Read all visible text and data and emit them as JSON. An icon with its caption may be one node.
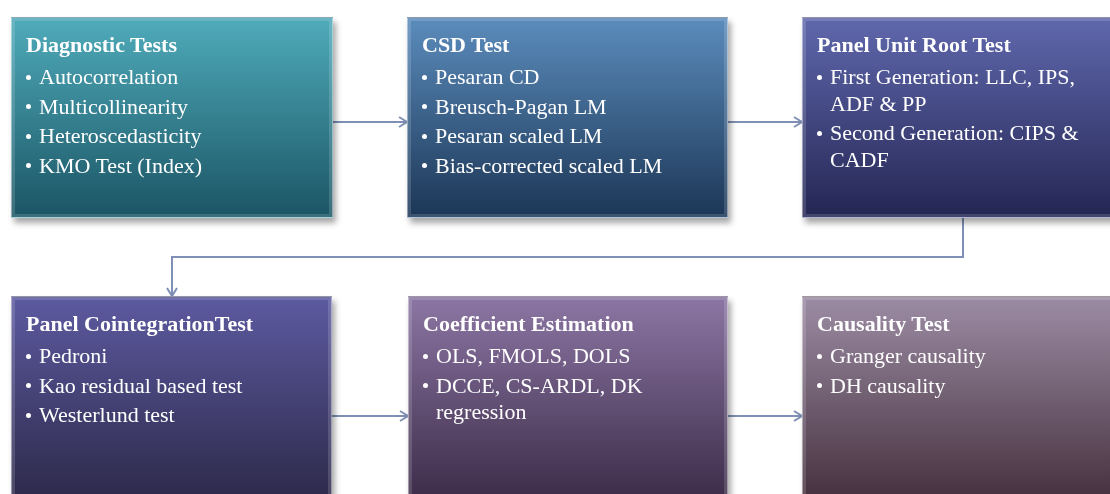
{
  "diagram": {
    "nodes": [
      {
        "text": [
          "Diagnostic Tests",
          "Autocorrelation",
          "Multicollinearity",
          "Heteroscedasticity",
          "KMO Test (Index)"
        ]
      },
      {
        "text": [
          "CSD Test",
          "Pesaran CD",
          "Breusch-Pagan LM",
          "Pesaran scaled LM",
          "Bias-corrected scaled LM"
        ]
      },
      {
        "text": [
          "Panel Unit Root Test",
          "First Generation: LLC, IPS, ADF & PP",
          "Second Generation: CIPS & CADF"
        ]
      },
      {
        "text": [
          "Panel CointegrationTest",
          "Pedroni",
          "Kao residual based test",
          "Westerlund test"
        ]
      },
      {
        "text": [
          "Coefficient Estimation",
          "OLS, FMOLS, DOLS",
          "DCCE, CS-ARDL, DK regression"
        ]
      },
      {
        "text": [
          "Causality Test",
          "Granger causality",
          "DH causality"
        ]
      }
    ],
    "edges": [
      {
        "from": 0,
        "to": 1,
        "arrow": "to"
      },
      {
        "from": 1,
        "to": 2,
        "arrow": "to"
      },
      {
        "from": 2,
        "to": 3,
        "arrow": "to"
      },
      {
        "from": 3,
        "to": 4,
        "arrow": "to"
      },
      {
        "from": 4,
        "to": 5,
        "arrow": "to"
      }
    ]
  }
}
